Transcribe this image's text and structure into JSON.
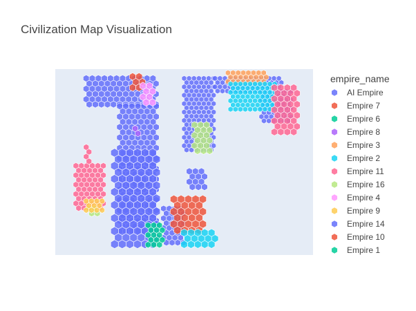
{
  "chart_data": {
    "type": "scatter",
    "title": "Civilization Map Visualization",
    "legend_title": "empire_name",
    "legend_position": "right",
    "grid": false,
    "marker": "hexagon",
    "series": [
      {
        "name": "AI Empire",
        "color": "#636efa"
      },
      {
        "name": "Empire 7",
        "color": "#EF553B"
      },
      {
        "name": "Empire 6",
        "color": "#00cc96"
      },
      {
        "name": "Empire 8",
        "color": "#ab63fa"
      },
      {
        "name": "Empire 3",
        "color": "#FFA15A"
      },
      {
        "name": "Empire 2",
        "color": "#19d3f3"
      },
      {
        "name": "Empire 11",
        "color": "#FF6692"
      },
      {
        "name": "Empire 16",
        "color": "#B6E880"
      },
      {
        "name": "Empire 4",
        "color": "#FF97FF"
      },
      {
        "name": "Empire 9",
        "color": "#FECB52"
      },
      {
        "name": "Empire 14",
        "color": "#636efa"
      },
      {
        "name": "Empire 10",
        "color": "#EF553B"
      },
      {
        "name": "Empire 1",
        "color": "#00cc96"
      }
    ],
    "regions": [
      {
        "series": 0,
        "cells": [
          [
            0.12,
            0.95
          ],
          [
            0.4,
            0.95
          ],
          [
            0.12,
            0.8
          ],
          [
            0.4,
            0.8
          ]
        ],
        "size": 2.2
      },
      {
        "series": 0,
        "cells": [
          [
            0.25,
            0.8
          ],
          [
            0.4,
            0.8
          ],
          [
            0.25,
            0.12
          ],
          [
            0.4,
            0.12
          ]
        ],
        "size": 2.2
      },
      {
        "series": 0,
        "cells": [
          [
            0.23,
            0.55
          ],
          [
            0.4,
            0.55
          ],
          [
            0.23,
            0.05
          ],
          [
            0.4,
            0.05
          ]
        ],
        "size": 3.0
      },
      {
        "series": 0,
        "cells": [
          [
            0.42,
            0.25
          ],
          [
            0.5,
            0.25
          ],
          [
            0.42,
            0.05
          ],
          [
            0.5,
            0.05
          ]
        ],
        "size": 2.0
      },
      {
        "series": 0,
        "cells": [
          [
            0.5,
            0.95
          ],
          [
            0.62,
            0.95
          ],
          [
            0.5,
            0.55
          ],
          [
            0.62,
            0.55
          ]
        ],
        "size": 1.6
      },
      {
        "series": 0,
        "cells": [
          [
            0.62,
            0.95
          ],
          [
            0.88,
            0.95
          ],
          [
            0.62,
            0.88
          ],
          [
            0.88,
            0.88
          ]
        ],
        "size": 1.6
      },
      {
        "series": 0,
        "cells": [
          [
            0.8,
            0.88
          ],
          [
            0.92,
            0.88
          ],
          [
            0.8,
            0.72
          ],
          [
            0.92,
            0.72
          ]
        ],
        "size": 1.6
      },
      {
        "series": 0,
        "cells": [
          [
            0.52,
            0.45
          ],
          [
            0.58,
            0.45
          ],
          [
            0.52,
            0.35
          ],
          [
            0.58,
            0.35
          ]
        ],
        "size": 2.2
      },
      {
        "series": 1,
        "cells": [
          [
            0.3,
            0.96
          ],
          [
            0.34,
            0.96
          ],
          [
            0.3,
            0.9
          ],
          [
            0.34,
            0.9
          ]
        ],
        "size": 2.4
      },
      {
        "series": 1,
        "cells": [
          [
            0.46,
            0.3
          ],
          [
            0.58,
            0.3
          ],
          [
            0.46,
            0.1
          ],
          [
            0.58,
            0.1
          ]
        ],
        "size": 2.8
      },
      {
        "series": 3,
        "cells": [
          [
            0.31,
            0.68
          ],
          [
            0.33,
            0.68
          ],
          [
            0.31,
            0.64
          ],
          [
            0.33,
            0.64
          ]
        ],
        "size": 2.0
      },
      {
        "series": 4,
        "cells": [
          [
            0.67,
            0.98
          ],
          [
            0.82,
            0.98
          ],
          [
            0.67,
            0.92
          ],
          [
            0.82,
            0.92
          ]
        ],
        "size": 1.7
      },
      {
        "series": 5,
        "cells": [
          [
            0.68,
            0.92
          ],
          [
            0.86,
            0.92
          ],
          [
            0.68,
            0.78
          ],
          [
            0.86,
            0.78
          ]
        ],
        "size": 1.6
      },
      {
        "series": 5,
        "cells": [
          [
            0.5,
            0.12
          ],
          [
            0.62,
            0.12
          ],
          [
            0.5,
            0.04
          ],
          [
            0.62,
            0.04
          ]
        ],
        "size": 2.6
      },
      {
        "series": 6,
        "cells": [
          [
            0.08,
            0.48
          ],
          [
            0.19,
            0.48
          ],
          [
            0.08,
            0.24
          ],
          [
            0.19,
            0.24
          ]
        ],
        "size": 1.9
      },
      {
        "series": 6,
        "cells": [
          [
            0.12,
            0.58
          ],
          [
            0.14,
            0.58
          ],
          [
            0.12,
            0.48
          ],
          [
            0.14,
            0.48
          ]
        ],
        "size": 1.9
      },
      {
        "series": 6,
        "cells": [
          [
            0.85,
            0.9
          ],
          [
            0.94,
            0.9
          ],
          [
            0.85,
            0.65
          ],
          [
            0.94,
            0.65
          ]
        ],
        "size": 2.4
      },
      {
        "series": 7,
        "cells": [
          [
            0.54,
            0.7
          ],
          [
            0.6,
            0.7
          ],
          [
            0.54,
            0.56
          ],
          [
            0.6,
            0.56
          ]
        ],
        "size": 2.2
      },
      {
        "series": 7,
        "cells": [
          [
            0.13,
            0.25
          ],
          [
            0.17,
            0.25
          ],
          [
            0.13,
            0.2
          ],
          [
            0.17,
            0.2
          ]
        ],
        "size": 2.0
      },
      {
        "series": 8,
        "cells": [
          [
            0.34,
            0.91
          ],
          [
            0.38,
            0.91
          ],
          [
            0.34,
            0.8
          ],
          [
            0.38,
            0.8
          ]
        ],
        "size": 2.4
      },
      {
        "series": 9,
        "cells": [
          [
            0.12,
            0.29
          ],
          [
            0.19,
            0.29
          ],
          [
            0.12,
            0.22
          ],
          [
            0.19,
            0.22
          ]
        ],
        "size": 1.8
      },
      {
        "series": 12,
        "cells": [
          [
            0.36,
            0.16
          ],
          [
            0.42,
            0.16
          ],
          [
            0.36,
            0.05
          ],
          [
            0.42,
            0.05
          ]
        ],
        "size": 2.0
      }
    ]
  }
}
